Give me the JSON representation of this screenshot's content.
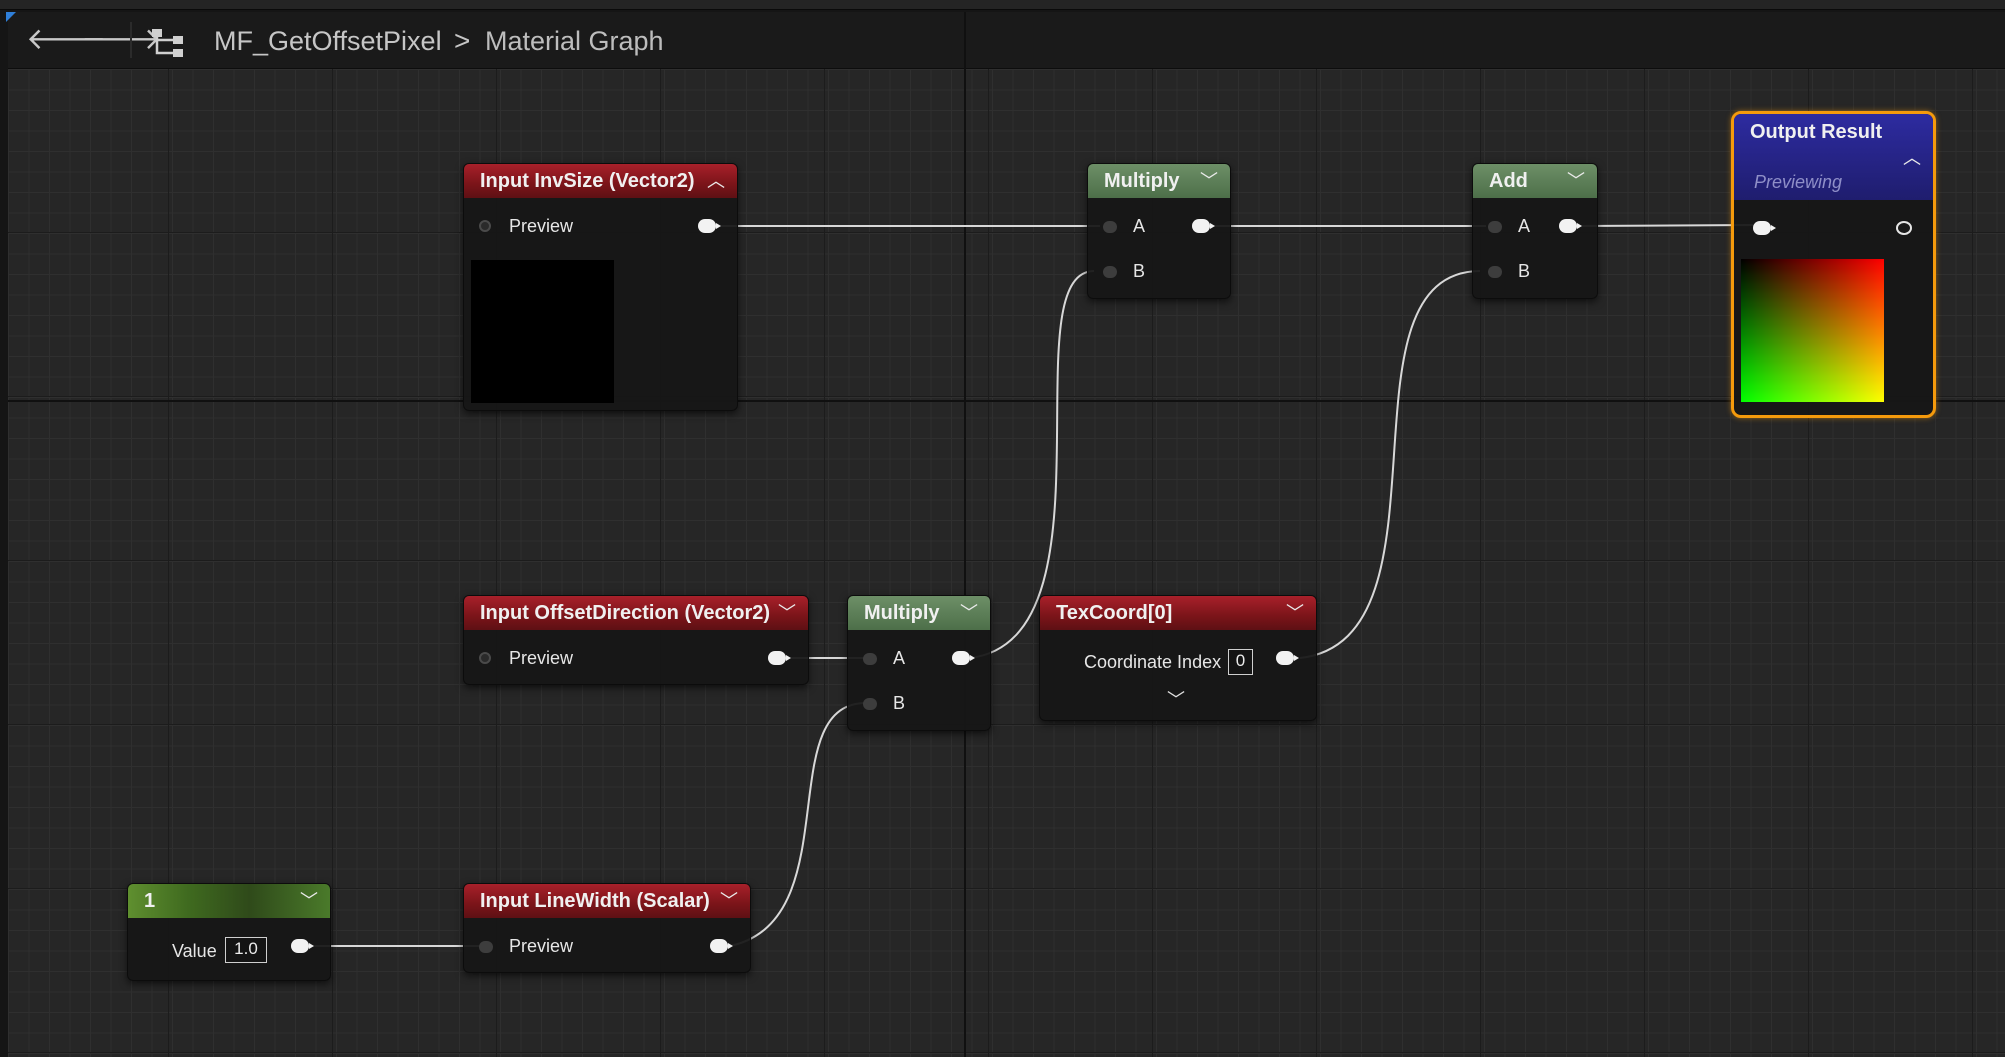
{
  "breadcrumb": {
    "asset": "MF_GetOffsetPixel",
    "separator": ">",
    "graph": "Material Graph"
  },
  "nav": {
    "back_glyph": "🡐",
    "forward_glyph": "🡒"
  },
  "icons": {
    "back": "arrow-left-icon",
    "forward": "arrow-right-icon",
    "graph": "graph-hierarchy-icon",
    "collapse": "chevron-up-icon",
    "expand": "chevron-down-icon"
  },
  "colors": {
    "input_header": "#8a1a20",
    "math_header": "#5a7d55",
    "output_header": "#24227f",
    "selection_outline": "#f59a0c",
    "wire": "#d8d8d8"
  },
  "nodes": {
    "inv_size": {
      "title": "Input InvSize (Vector2)",
      "pin": "Preview"
    },
    "multiply_top": {
      "title": "Multiply",
      "pin_a": "A",
      "pin_b": "B"
    },
    "add": {
      "title": "Add",
      "pin_a": "A",
      "pin_b": "B"
    },
    "output": {
      "title": "Output Result",
      "status": "Previewing"
    },
    "offset_dir": {
      "title": "Input OffsetDirection (Vector2)",
      "pin": "Preview"
    },
    "multiply_bottom": {
      "title": "Multiply",
      "pin_a": "A",
      "pin_b": "B"
    },
    "texcoord": {
      "title": "TexCoord[0]",
      "pin": "Coordinate Index",
      "value": "0"
    },
    "constant": {
      "title": "1",
      "pin": "Value",
      "value": "1.0"
    },
    "line_width": {
      "title": "Input LineWidth (Scalar)",
      "pin": "Preview"
    }
  }
}
